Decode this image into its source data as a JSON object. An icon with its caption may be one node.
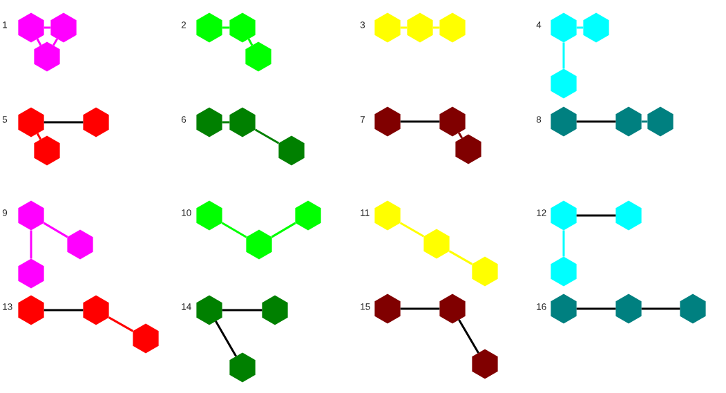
{
  "diagram": {
    "nodes": [
      {
        "text": [],
        "shape": "hexagon"
      },
      {
        "text": [],
        "shape": "hexagon"
      },
      {
        "text": [],
        "shape": "hexagon"
      },
      {
        "text": [],
        "shape": "hexagon"
      },
      {
        "text": [],
        "shape": "hexagon"
      },
      {
        "text": [],
        "shape": "hexagon"
      },
      {
        "text": [],
        "shape": "hexagon"
      },
      {
        "text": [],
        "shape": "hexagon"
      },
      {
        "text": [],
        "shape": "hexagon"
      },
      {
        "text": [],
        "shape": "hexagon"
      },
      {
        "text": [],
        "shape": "hexagon"
      },
      {
        "text": [],
        "shape": "hexagon"
      },
      {
        "text": [],
        "shape": "hexagon"
      },
      {
        "text": [],
        "shape": "hexagon"
      },
      {
        "text": [],
        "shape": "hexagon"
      },
      {
        "text": [],
        "shape": "hexagon"
      },
      {
        "text": [],
        "shape": "hexagon"
      },
      {
        "text": [],
        "shape": "hexagon"
      },
      {
        "text": [],
        "shape": "hexagon"
      },
      {
        "text": [],
        "shape": "hexagon"
      },
      {
        "text": [],
        "shape": "hexagon"
      },
      {
        "text": [],
        "shape": "hexagon"
      },
      {
        "text": [],
        "shape": "hexagon"
      },
      {
        "text": [],
        "shape": "hexagon"
      },
      {
        "text": [],
        "shape": "hexagon"
      },
      {
        "text": [],
        "shape": "hexagon"
      },
      {
        "text": [],
        "shape": "hexagon"
      },
      {
        "text": [],
        "shape": "hexagon"
      },
      {
        "text": [],
        "shape": "hexagon"
      },
      {
        "text": [],
        "shape": "hexagon"
      },
      {
        "text": [],
        "shape": "hexagon"
      },
      {
        "text": [],
        "shape": "hexagon"
      },
      {
        "text": [],
        "shape": "hexagon"
      },
      {
        "text": [],
        "shape": "hexagon"
      },
      {
        "text": [],
        "shape": "hexagon"
      },
      {
        "text": [],
        "shape": "hexagon"
      },
      {
        "text": [],
        "shape": "hexagon"
      },
      {
        "text": [],
        "shape": "hexagon"
      },
      {
        "text": [],
        "shape": "hexagon"
      },
      {
        "text": [],
        "shape": "hexagon"
      },
      {
        "text": [],
        "shape": "hexagon"
      },
      {
        "text": [],
        "shape": "hexagon"
      },
      {
        "text": [],
        "shape": "hexagon"
      },
      {
        "text": [],
        "shape": "hexagon"
      },
      {
        "text": [],
        "shape": "hexagon"
      },
      {
        "text": [],
        "shape": "hexagon"
      },
      {
        "text": [],
        "shape": "hexagon"
      },
      {
        "text": [],
        "shape": "hexagon"
      }
    ],
    "edges": [
      {
        "from": 0,
        "to": 1,
        "arrow": "none",
        "color": "#ff00ff"
      },
      {
        "from": 0,
        "to": 2,
        "arrow": "none",
        "color": "#ff00ff"
      },
      {
        "from": 1,
        "to": 2,
        "arrow": "none",
        "color": "#ff00ff"
      },
      {
        "from": 3,
        "to": 4,
        "arrow": "none",
        "color": "#00ff00"
      },
      {
        "from": 4,
        "to": 5,
        "arrow": "none",
        "color": "#00ff00"
      },
      {
        "from": 6,
        "to": 7,
        "arrow": "none",
        "color": "#ffff00"
      },
      {
        "from": 7,
        "to": 8,
        "arrow": "none",
        "color": "#ffff00"
      },
      {
        "from": 9,
        "to": 10,
        "arrow": "none",
        "color": "#00ffff"
      },
      {
        "from": 9,
        "to": 11,
        "arrow": "none",
        "color": "#00ffff"
      },
      {
        "from": 12,
        "to": 13,
        "arrow": "none"
      },
      {
        "from": 12,
        "to": 14,
        "arrow": "none",
        "color": "#ff0000"
      },
      {
        "from": 15,
        "to": 16,
        "arrow": "none",
        "color": "#008000"
      },
      {
        "from": 16,
        "to": 17,
        "arrow": "none",
        "color": "#008000"
      },
      {
        "from": 18,
        "to": 19,
        "arrow": "none"
      },
      {
        "from": 19,
        "to": 20,
        "arrow": "none",
        "color": "#800000"
      },
      {
        "from": 21,
        "to": 22,
        "arrow": "none"
      },
      {
        "from": 22,
        "to": 23,
        "arrow": "none",
        "color": "#008080"
      },
      {
        "from": 24,
        "to": 25,
        "arrow": "none",
        "color": "#ff00ff"
      },
      {
        "from": 24,
        "to": 26,
        "arrow": "none",
        "color": "#ff00ff"
      },
      {
        "from": 27,
        "to": 28,
        "arrow": "none",
        "color": "#00ff00"
      },
      {
        "from": 28,
        "to": 29,
        "arrow": "none",
        "color": "#00ff00"
      },
      {
        "from": 30,
        "to": 31,
        "arrow": "none",
        "color": "#ffff00"
      },
      {
        "from": 31,
        "to": 32,
        "arrow": "none",
        "color": "#ffff00"
      },
      {
        "from": 33,
        "to": 34,
        "arrow": "none"
      },
      {
        "from": 33,
        "to": 35,
        "arrow": "none",
        "color": "#00ffff"
      },
      {
        "from": 36,
        "to": 37,
        "arrow": "none"
      },
      {
        "from": 37,
        "to": 38,
        "arrow": "none",
        "color": "#ff0000"
      },
      {
        "from": 39,
        "to": 40,
        "arrow": "none"
      },
      {
        "from": 39,
        "to": 41,
        "arrow": "none"
      },
      {
        "from": 42,
        "to": 43,
        "arrow": "none"
      },
      {
        "from": 43,
        "to": 44,
        "arrow": "none"
      },
      {
        "from": 45,
        "to": 46,
        "arrow": "none"
      },
      {
        "from": 46,
        "to": 47,
        "arrow": "none"
      }
    ],
    "labels": [
      "1",
      "2",
      "3",
      "4",
      "5",
      "6",
      "7",
      "8",
      "9",
      "10",
      "11",
      "12",
      "13",
      "14",
      "15",
      "16"
    ]
  }
}
